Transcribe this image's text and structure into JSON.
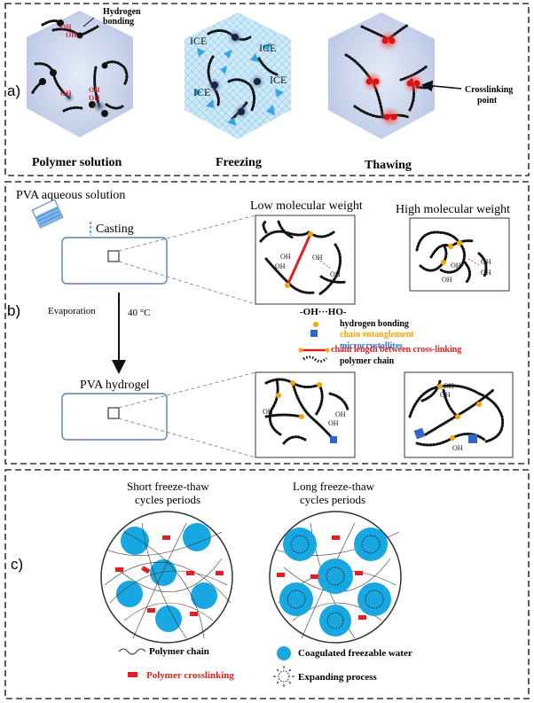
{
  "panel_a": {
    "label": "a)",
    "left_title": "Polymer solution",
    "middle_title": "Freezing",
    "right_title": "Thawing",
    "hydrogen_label": "Hydrogen bonding",
    "crosslink_label": "Crosslinking point",
    "oh": "OH",
    "ice": "ICE"
  },
  "panel_b": {
    "label": "b)",
    "pva_solution": "PVA aqueous solution",
    "casting": "Casting",
    "evaporation": "Evaporation",
    "temperature": "40 °C",
    "pva_hydrogel": "PVA hydrogel",
    "low_mw": "Low molecular weight",
    "high_mw": "High molecular weight",
    "oh": "OH",
    "legend": {
      "hbond_symbol": "-OH···HO-",
      "hbond": "hydrogen bonding",
      "entanglement": "chain entanglement",
      "microcrystallites": "microcrystallites",
      "chain_length": "chain length between cross-linking",
      "polymer_chain": "polymer chain"
    }
  },
  "panel_c": {
    "label": "c)",
    "short_title_1": "Short freeze-thaw",
    "short_title_2": "cycles periods",
    "long_title_1": "Long freeze-thaw",
    "long_title_2": "cycles periods",
    "legend": {
      "polymer_chain": "Polymer chain",
      "crosslinking": "Polymer crosslinking",
      "water": "Coagulated freezable water",
      "expanding": "Expanding process"
    }
  },
  "colors": {
    "border": "#333333",
    "hexagon": "#c9d3ea",
    "red_text": "#e02020",
    "orange": "#f2a600",
    "blue_legend": "#2f6fd0",
    "water_blue": "#18a7e0",
    "crosslink_red": "#e02020",
    "arrow_blue": "#36a5e6"
  }
}
